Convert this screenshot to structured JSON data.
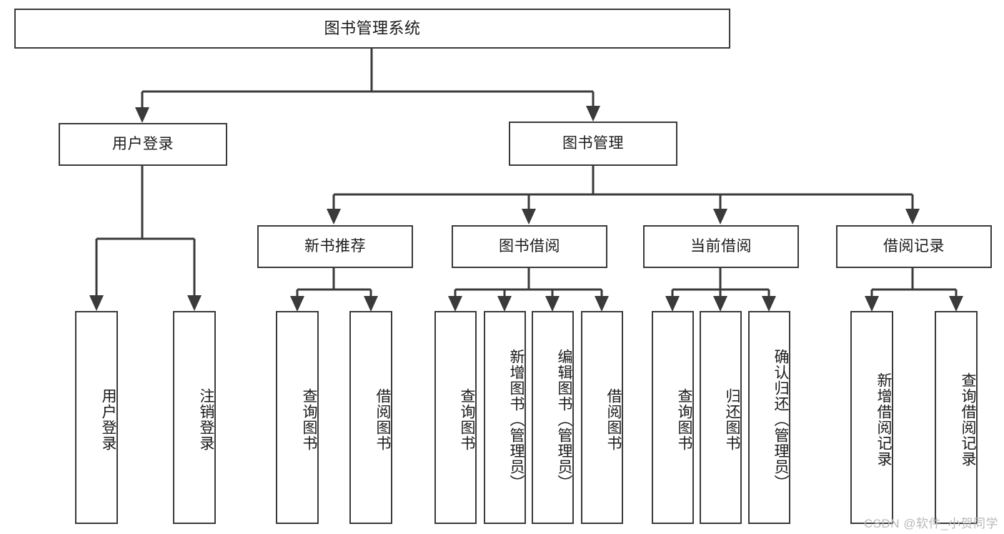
{
  "diagram": {
    "title": "图书管理系统",
    "type": "tree-hierarchy-chart",
    "root": {
      "label": "图书管理系统"
    },
    "level2": [
      {
        "label": "用户登录"
      },
      {
        "label": "图书管理"
      }
    ],
    "level3": [
      {
        "label": "新书推荐"
      },
      {
        "label": "图书借阅"
      },
      {
        "label": "当前借阅"
      },
      {
        "label": "借阅记录"
      }
    ],
    "leaves": {
      "user_login": [
        {
          "label": "用户登录"
        },
        {
          "label": "注销登录"
        }
      ],
      "new_book_recommend": [
        {
          "label": "查询图书"
        },
        {
          "label": "借阅图书"
        }
      ],
      "book_borrow": [
        {
          "label": "查询图书"
        },
        {
          "label": "新增图书（管理员）"
        },
        {
          "label": "编辑图书（管理员）"
        },
        {
          "label": "借阅图书"
        }
      ],
      "current_borrow": [
        {
          "label": "查询图书"
        },
        {
          "label": "归还图书"
        },
        {
          "label": "确认归还（管理员）"
        }
      ],
      "borrow_record": [
        {
          "label": "新增借阅记录"
        },
        {
          "label": "查询借阅记录"
        }
      ]
    },
    "colors": {
      "stroke": "#3a3a3a",
      "fill": "#ffffff",
      "text": "#1a1a1a",
      "watermark": "#b9b9b9"
    }
  },
  "watermark": {
    "text": "CSDN @软件_小贺同学"
  }
}
